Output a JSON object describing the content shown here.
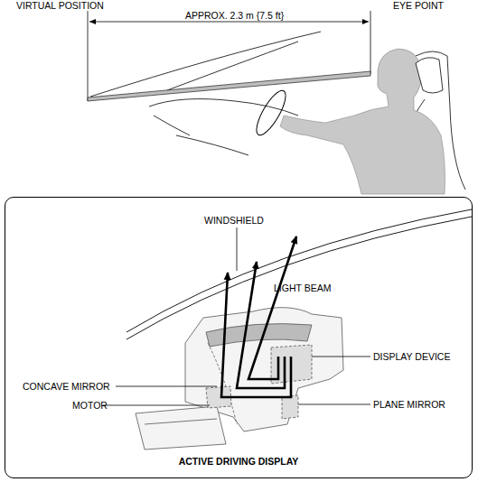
{
  "diagram": {
    "nodes": [
      {
        "text": [
          "ACTIVE DRIVING DISPLAY"
        ]
      }
    ],
    "labels": [
      "VIRTUAL POSITION",
      "APPROX. 2.3 m {7.5 ft}",
      "EYE POINT",
      "WINDSHIELD",
      "LIGHT BEAM",
      "DISPLAY DEVICE",
      "CONCAVE MIRROR",
      "MOTOR",
      "PLANE MIRROR"
    ]
  }
}
